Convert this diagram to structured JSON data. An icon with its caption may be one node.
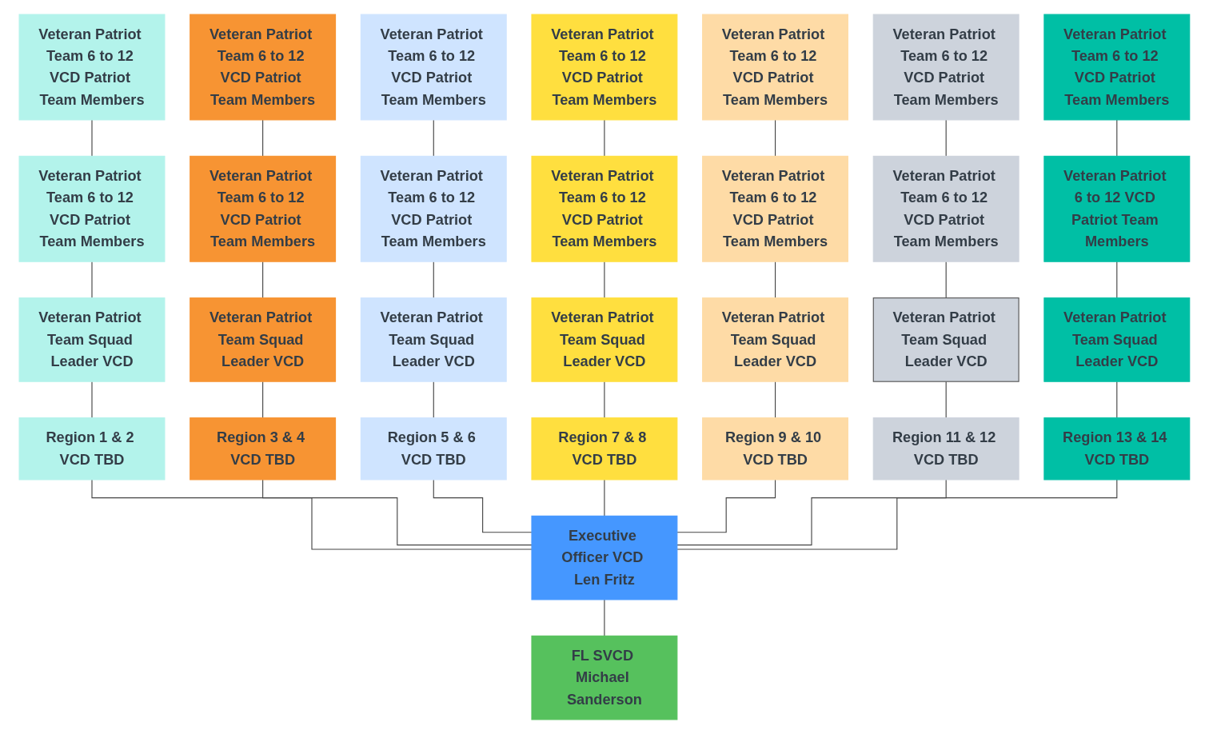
{
  "diagram": {
    "nodes": [
      {
        "text": [
          "Veteran Patriot Team 6 to 12 VCD Patriot Team Members"
        ]
      },
      {
        "text": [
          "Veteran Patriot Team 6 to 12 VCD Patriot Team Members"
        ]
      },
      {
        "text": [
          "Veteran Patriot Team 6 to 12 VCD Patriot Team Members"
        ]
      },
      {
        "text": [
          "Veteran Patriot Team 6 to 12 VCD Patriot Team Members"
        ]
      },
      {
        "text": [
          "Veteran Patriot Team 6 to 12 VCD Patriot Team Members"
        ]
      },
      {
        "text": [
          "Veteran Patriot Team 6 to 12 VCD Patriot Team Members"
        ]
      },
      {
        "text": [
          "Veteran Patriot Team 6 to 12 VCD Patriot Team Members"
        ]
      },
      {
        "text": [
          "Veteran Patriot Team 6 to 12 VCD Patriot Team Members"
        ]
      },
      {
        "text": [
          "Veteran Patriot Team 6 to 12 VCD Patriot Team Members"
        ]
      },
      {
        "text": [
          "Veteran Patriot Team 6 to 12 VCD Patriot Team Members"
        ]
      },
      {
        "text": [
          "Veteran Patriot Team 6 to 12 VCD Patriot Team Members"
        ]
      },
      {
        "text": [
          "Veteran Patriot Team 6 to 12 VCD Patriot Team Members"
        ]
      },
      {
        "text": [
          "Veteran Patriot Team 6 to 12 VCD Patriot Team Members"
        ]
      },
      {
        "text": [
          "Veteran Patriot 6 to 12 VCD Patriot Team Members"
        ]
      },
      {
        "text": [
          "Veteran Patriot Team Squad Leader VCD"
        ]
      },
      {
        "text": [
          "Veteran Patriot Team Squad Leader VCD"
        ]
      },
      {
        "text": [
          "Veteran Patriot Team Squad Leader VCD"
        ]
      },
      {
        "text": [
          "Veteran Patriot Team Squad Leader VCD"
        ]
      },
      {
        "text": [
          "Veteran Patriot Team Squad Leader VCD"
        ]
      },
      {
        "text": [
          "Veteran Patriot Team Squad Leader VCD"
        ]
      },
      {
        "text": [
          "Veteran Patriot Team Squad Leader VCD"
        ]
      },
      {
        "text": [
          "Region 1 & 2 VCD TBD"
        ]
      },
      {
        "text": [
          "Region 3 & 4 VCD TBD"
        ]
      },
      {
        "text": [
          "Region 5 & 6 VCD TBD"
        ]
      },
      {
        "text": [
          "Region 7 & 8 VCD TBD"
        ]
      },
      {
        "text": [
          "Region 9 & 10 VCD TBD"
        ]
      },
      {
        "text": [
          "Region 11 & 12 VCD TBD"
        ]
      },
      {
        "text": [
          "Region 13 & 14 VCD TBD"
        ]
      },
      {
        "text": [
          "Executive Officer VCD Len Fritz"
        ]
      },
      {
        "text": [
          "FL SVCD Michael Sanderson"
        ]
      }
    ],
    "edges": [
      {
        "from": 29,
        "to": 28,
        "arrow": "none"
      },
      {
        "from": 28,
        "to": 21,
        "arrow": "none"
      },
      {
        "from": 28,
        "to": 22,
        "arrow": "none"
      },
      {
        "from": 28,
        "to": 23,
        "arrow": "none"
      },
      {
        "from": 28,
        "to": 24,
        "arrow": "none"
      },
      {
        "from": 28,
        "to": 25,
        "arrow": "none"
      },
      {
        "from": 28,
        "to": 26,
        "arrow": "none"
      },
      {
        "from": 28,
        "to": 27,
        "arrow": "none"
      },
      {
        "from": 21,
        "to": 14,
        "arrow": "none"
      },
      {
        "from": 22,
        "to": 15,
        "arrow": "none"
      },
      {
        "from": 23,
        "to": 16,
        "arrow": "none"
      },
      {
        "from": 24,
        "to": 17,
        "arrow": "none"
      },
      {
        "from": 25,
        "to": 18,
        "arrow": "none"
      },
      {
        "from": 26,
        "to": 19,
        "arrow": "none"
      },
      {
        "from": 27,
        "to": 20,
        "arrow": "none"
      },
      {
        "from": 14,
        "to": 7,
        "arrow": "none"
      },
      {
        "from": 15,
        "to": 8,
        "arrow": "none"
      },
      {
        "from": 16,
        "to": 9,
        "arrow": "none"
      },
      {
        "from": 17,
        "to": 10,
        "arrow": "none"
      },
      {
        "from": 18,
        "to": 11,
        "arrow": "none"
      },
      {
        "from": 19,
        "to": 12,
        "arrow": "none"
      },
      {
        "from": 20,
        "to": 13,
        "arrow": "none"
      },
      {
        "from": 7,
        "to": 0,
        "arrow": "none"
      },
      {
        "from": 8,
        "to": 1,
        "arrow": "none"
      },
      {
        "from": 9,
        "to": 2,
        "arrow": "none"
      },
      {
        "from": 10,
        "to": 3,
        "arrow": "none"
      },
      {
        "from": 11,
        "to": 4,
        "arrow": "none"
      },
      {
        "from": 12,
        "to": 5,
        "arrow": "none"
      },
      {
        "from": 13,
        "to": 6,
        "arrow": "none"
      }
    ]
  }
}
